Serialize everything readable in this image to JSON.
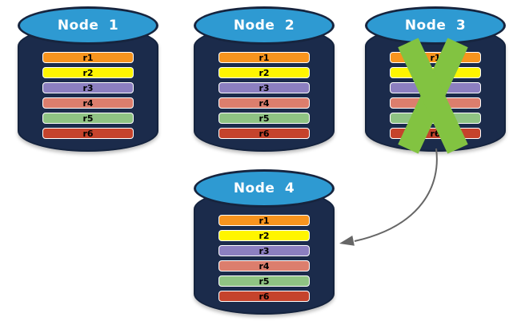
{
  "diagram": {
    "type": "database-replication-failover",
    "nodes": [
      {
        "id": "node-1",
        "label": "Node 1",
        "failed": false,
        "replicas": [
          "r1",
          "r2",
          "r3",
          "r4",
          "r5",
          "r6"
        ]
      },
      {
        "id": "node-2",
        "label": "Node 2",
        "failed": false,
        "replicas": [
          "r1",
          "r2",
          "r3",
          "r4",
          "r5",
          "r6"
        ]
      },
      {
        "id": "node-3",
        "label": "Node 3",
        "failed": true,
        "replicas": [
          "r1",
          "r2",
          "r3",
          "r4",
          "r5",
          "r6"
        ]
      },
      {
        "id": "node-4",
        "label": "Node 4",
        "failed": false,
        "replicas": [
          "r1",
          "r2",
          "r3",
          "r4",
          "r5",
          "r6"
        ]
      }
    ],
    "arrow": {
      "from": "node-3",
      "to": "node-4"
    },
    "replica_colors": {
      "r1": "#F7941E",
      "r2": "#FFF500",
      "r3": "#8C7FC0",
      "r4": "#DC7E6D",
      "r5": "#8FC383",
      "r6": "#C5432C"
    },
    "colors": {
      "background": "#FFFFFF",
      "cylinder_body": "#1B2B4B",
      "cylinder_top": "#2E9AD2",
      "cylinder_outline": "#16243E",
      "replica_border": "#FFFFFF",
      "replica_text": "#000000",
      "node_label_text": "#FFFFFF",
      "failure_x": "#82C341",
      "arrow": "#666666"
    }
  }
}
